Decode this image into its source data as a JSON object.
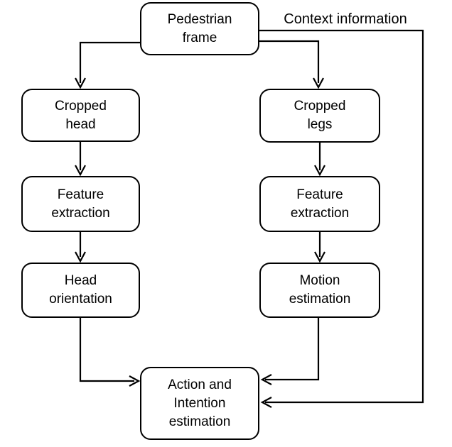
{
  "diagram": {
    "type": "flowchart",
    "background_color": "#ffffff",
    "line_color": "#000000",
    "text_color": "#000000",
    "nodes": {
      "pedestrian_frame": {
        "label": "Pedestrian\nframe"
      },
      "cropped_head": {
        "label": "Cropped\nhead"
      },
      "cropped_legs": {
        "label": "Cropped\nlegs"
      },
      "feature_extraction_head": {
        "label": "Feature\nextraction"
      },
      "feature_extraction_legs": {
        "label": "Feature\nextraction"
      },
      "head_orientation": {
        "label": "Head\norientation"
      },
      "motion_estimation": {
        "label": "Motion\nestimation"
      },
      "action_intention_estimation": {
        "label": "Action and\nIntention\nestimation"
      }
    },
    "edge_labels": {
      "context_information": "Context information"
    },
    "edges": [
      {
        "from": "pedestrian_frame",
        "to": "cropped_head"
      },
      {
        "from": "pedestrian_frame",
        "to": "cropped_legs"
      },
      {
        "from": "pedestrian_frame",
        "to": "action_intention_estimation",
        "label": "Context information",
        "route": "right-side"
      },
      {
        "from": "cropped_head",
        "to": "feature_extraction_head"
      },
      {
        "from": "feature_extraction_head",
        "to": "head_orientation"
      },
      {
        "from": "head_orientation",
        "to": "action_intention_estimation"
      },
      {
        "from": "cropped_legs",
        "to": "feature_extraction_legs"
      },
      {
        "from": "feature_extraction_legs",
        "to": "motion_estimation"
      },
      {
        "from": "motion_estimation",
        "to": "action_intention_estimation"
      }
    ]
  }
}
